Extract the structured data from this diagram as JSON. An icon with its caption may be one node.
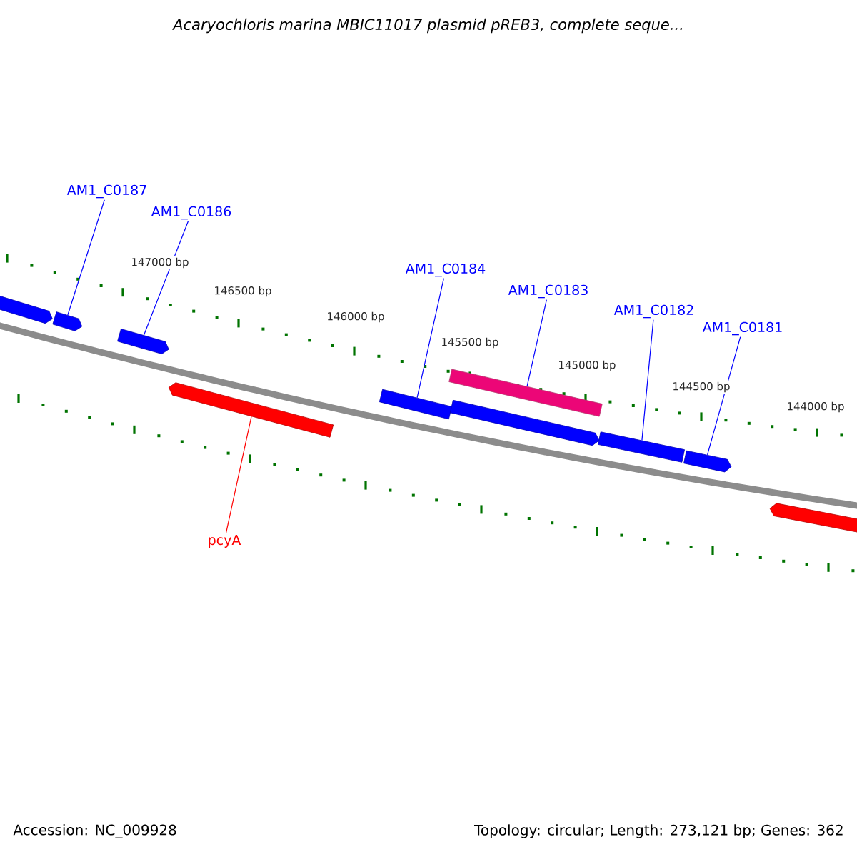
{
  "diagram": {
    "title": "Acaryochloris marina MBIC11017 plasmid pREB3, complete seque...",
    "nodes": [
      {
        "text": [
          "AM1_C0187"
        ]
      },
      {
        "text": [
          "AM1_C0186"
        ]
      },
      {
        "text": [
          "AM1_C0184"
        ]
      },
      {
        "text": [
          "AM1_C0183"
        ]
      },
      {
        "text": [
          "AM1_C0182"
        ]
      },
      {
        "text": [
          "AM1_C0181"
        ]
      },
      {
        "text": [
          "pcyA"
        ]
      },
      {
        "text": [],
        "shape": "pentagon"
      },
      {
        "text": [],
        "shape": "pentagon"
      },
      {
        "text": [],
        "shape": "pentagon"
      },
      {
        "text": [],
        "shape": "pentagon"
      },
      {
        "text": [],
        "shape": "bar"
      },
      {
        "text": [],
        "shape": "pentagon"
      },
      {
        "text": [],
        "shape": "bar"
      },
      {
        "text": [],
        "shape": "bar"
      },
      {
        "text": [],
        "shape": "pentagon"
      },
      {
        "text": [],
        "shape": "pentagon"
      }
    ],
    "edges": [
      {
        "from": 0,
        "to": 8,
        "arrow": "none"
      },
      {
        "from": 1,
        "to": 9,
        "arrow": "none"
      },
      {
        "from": 2,
        "to": 11,
        "arrow": "none"
      },
      {
        "from": 3,
        "to": 13,
        "arrow": "none"
      },
      {
        "from": 4,
        "to": 14,
        "arrow": "none"
      },
      {
        "from": 5,
        "to": 15,
        "arrow": "none"
      },
      {
        "from": 6,
        "to": 10,
        "arrow": "none",
        "color": "#ff0000"
      }
    ],
    "labels": [
      "147000 bp",
      "146500 bp",
      "146000 bp",
      "145500 bp",
      "145000 bp",
      "144500 bp",
      "144000 bp",
      "Accession: NC_009928",
      "Topology: circular; Length: 273,121 bp; Genes: 362"
    ]
  }
}
